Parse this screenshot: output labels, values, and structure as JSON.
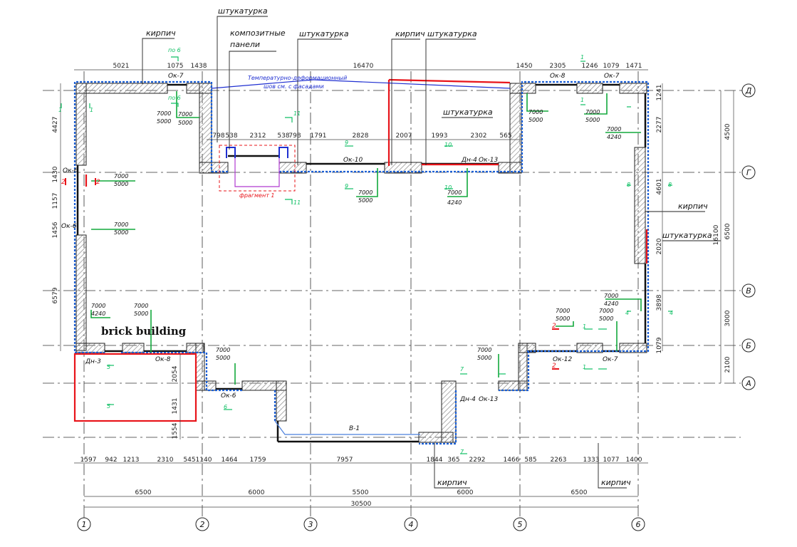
{
  "callouts": {
    "shtukaturka": "штукатурка",
    "kirpich": "кирпич",
    "composite_line1": "композитные",
    "composite_line2": "панели",
    "temp_joint_line1": "Температурно-деформационный",
    "temp_joint_line2": "шов см. с фасадами",
    "fragment": "фрагмент 1",
    "brick_building": "brick building",
    "wall_v1": "В-1"
  },
  "colors": {
    "wall_outline": "#111111",
    "hatch": "#888888",
    "insulation": "#1a5fd6",
    "red_marks": "#e8141a",
    "section_marks": "#0fbf64",
    "leader_green": "#12a83c",
    "fragment_magenta": "#b03bd1",
    "temp_joint_blue": "#1f2fd1"
  },
  "openings": [
    {
      "label": "Ок-7"
    },
    {
      "label": "Ок-8"
    },
    {
      "label": "Ок-7"
    },
    {
      "label": "Ок-10"
    },
    {
      "label": "Дн-4"
    },
    {
      "label": "Ок-13"
    },
    {
      "label": "Ок-6"
    },
    {
      "label": "Ок-6"
    },
    {
      "label": "Дн-3"
    },
    {
      "label": "Ок-8"
    },
    {
      "label": "Ок-6"
    },
    {
      "label": "Дн-4"
    },
    {
      "label": "Ок-13"
    },
    {
      "label": "Ок-12"
    },
    {
      "label": "Ок-7"
    }
  ],
  "top_dims": {
    "row1": [
      "5021",
      "1075",
      "1438",
      "16470",
      "1450",
      "2305",
      "1246",
      "1079",
      "1471"
    ],
    "row2": [
      "798",
      "538",
      "2312",
      "538",
      "798",
      "1791",
      "2828",
      "2007",
      "1993",
      "2302",
      "565"
    ]
  },
  "bottom_dims": {
    "row1": [
      "1597",
      "942",
      "1213",
      "2310",
      "545",
      "1140",
      "1464",
      "1759",
      "7957",
      "1844",
      "365",
      "2292",
      "1466",
      "585",
      "2263",
      "1333",
      "1077",
      "1400"
    ],
    "row2": [
      "6500",
      "6000",
      "5500",
      "6000",
      "6500"
    ],
    "total": "30500"
  },
  "left_dims": [
    "4427",
    "1430",
    "1157",
    "1456",
    "6579"
  ],
  "left_lower_dims": [
    "2054",
    "1431",
    "1554"
  ],
  "right_dims": [
    "1241",
    "2277",
    "4601",
    "2020",
    "3898",
    "1079"
  ],
  "far_right_dims": [
    "4500",
    "6500",
    "3000",
    "2100"
  ],
  "far_right_total": "16100",
  "row_axes": [
    "Д",
    "Г",
    "В",
    "Б",
    "А"
  ],
  "col_axes": [
    "1",
    "2",
    "3",
    "4",
    "5",
    "6"
  ],
  "leader_values": [
    {
      "top": "7000",
      "bottom": "5000"
    },
    {
      "top": "7000",
      "bottom": "5000"
    },
    {
      "top": "7000",
      "bottom": "5000"
    },
    {
      "top": "7000",
      "bottom": "4240"
    },
    {
      "top": "7000",
      "bottom": "5000"
    },
    {
      "top": "7000",
      "bottom": "5000"
    },
    {
      "top": "7000",
      "bottom": "5000"
    },
    {
      "top": "7000",
      "bottom": "5000"
    },
    {
      "top": "7000",
      "bottom": "4240"
    },
    {
      "top": "7000",
      "bottom": "5000"
    },
    {
      "top": "7000",
      "bottom": "4240"
    },
    {
      "top": "7000",
      "bottom": "5000"
    },
    {
      "top": "7000",
      "bottom": "4240"
    },
    {
      "top": "7000",
      "bottom": "5000"
    },
    {
      "top": "7000",
      "bottom": "5000"
    },
    {
      "top": "7000",
      "bottom": "5000"
    }
  ],
  "section_marks": [
    "1",
    "2",
    "4",
    "5",
    "6",
    "7",
    "8",
    "9",
    "10",
    "11",
    "по 6",
    "по 6"
  ]
}
